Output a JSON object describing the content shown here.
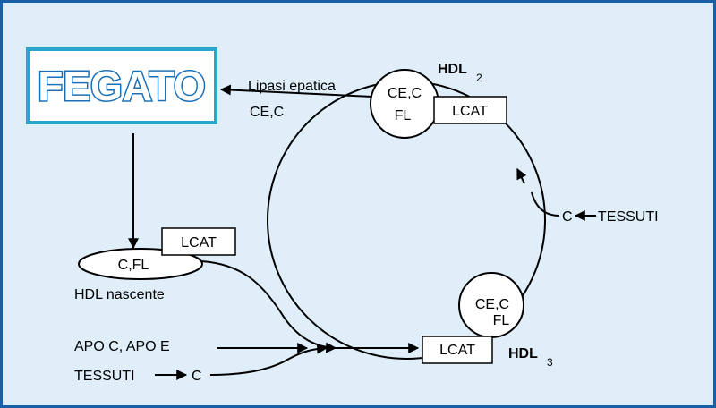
{
  "liver": {
    "label": "FEGATO"
  },
  "hdl2": {
    "name": "HDL",
    "subscript": "2",
    "content_top": "CE,C",
    "content_bottom": "FL",
    "enzyme": "LCAT"
  },
  "hdl3": {
    "name": "HDL",
    "subscript": "3",
    "content_top": "CE,C",
    "content_bottom": "FL",
    "enzyme": "LCAT"
  },
  "nascent": {
    "content": "C,FL",
    "enzyme": "LCAT",
    "caption": "HDL nascente"
  },
  "hepatic": {
    "enzyme_label": "Lipasi epatica",
    "transfer_label": "CE,C"
  },
  "tissue_input_right": {
    "source": "TESSUTI",
    "product": "C"
  },
  "inputs_bottom": {
    "apo_label": "APO C, APO E",
    "tissue_source": "TESSUTI",
    "tissue_product": "C"
  },
  "colors": {
    "background": "#dfeef8",
    "frame_border": "#1a5fa8",
    "liver_border": "#2aa6cf",
    "liver_text_outline": "#1a6fb5"
  }
}
